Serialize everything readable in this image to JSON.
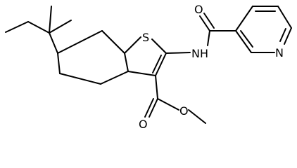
{
  "diagram": {
    "type": "chemical-structure",
    "colors": {
      "bond": "#000000",
      "background": "#ffffff"
    },
    "atoms": {
      "sulfur": "S",
      "nitrogen_amide": "NH",
      "nitrogen_pyridine": "N",
      "oxygen_amide": "O",
      "oxygen_ester_carbonyl": "O",
      "oxygen_ester_ether": "O"
    }
  }
}
